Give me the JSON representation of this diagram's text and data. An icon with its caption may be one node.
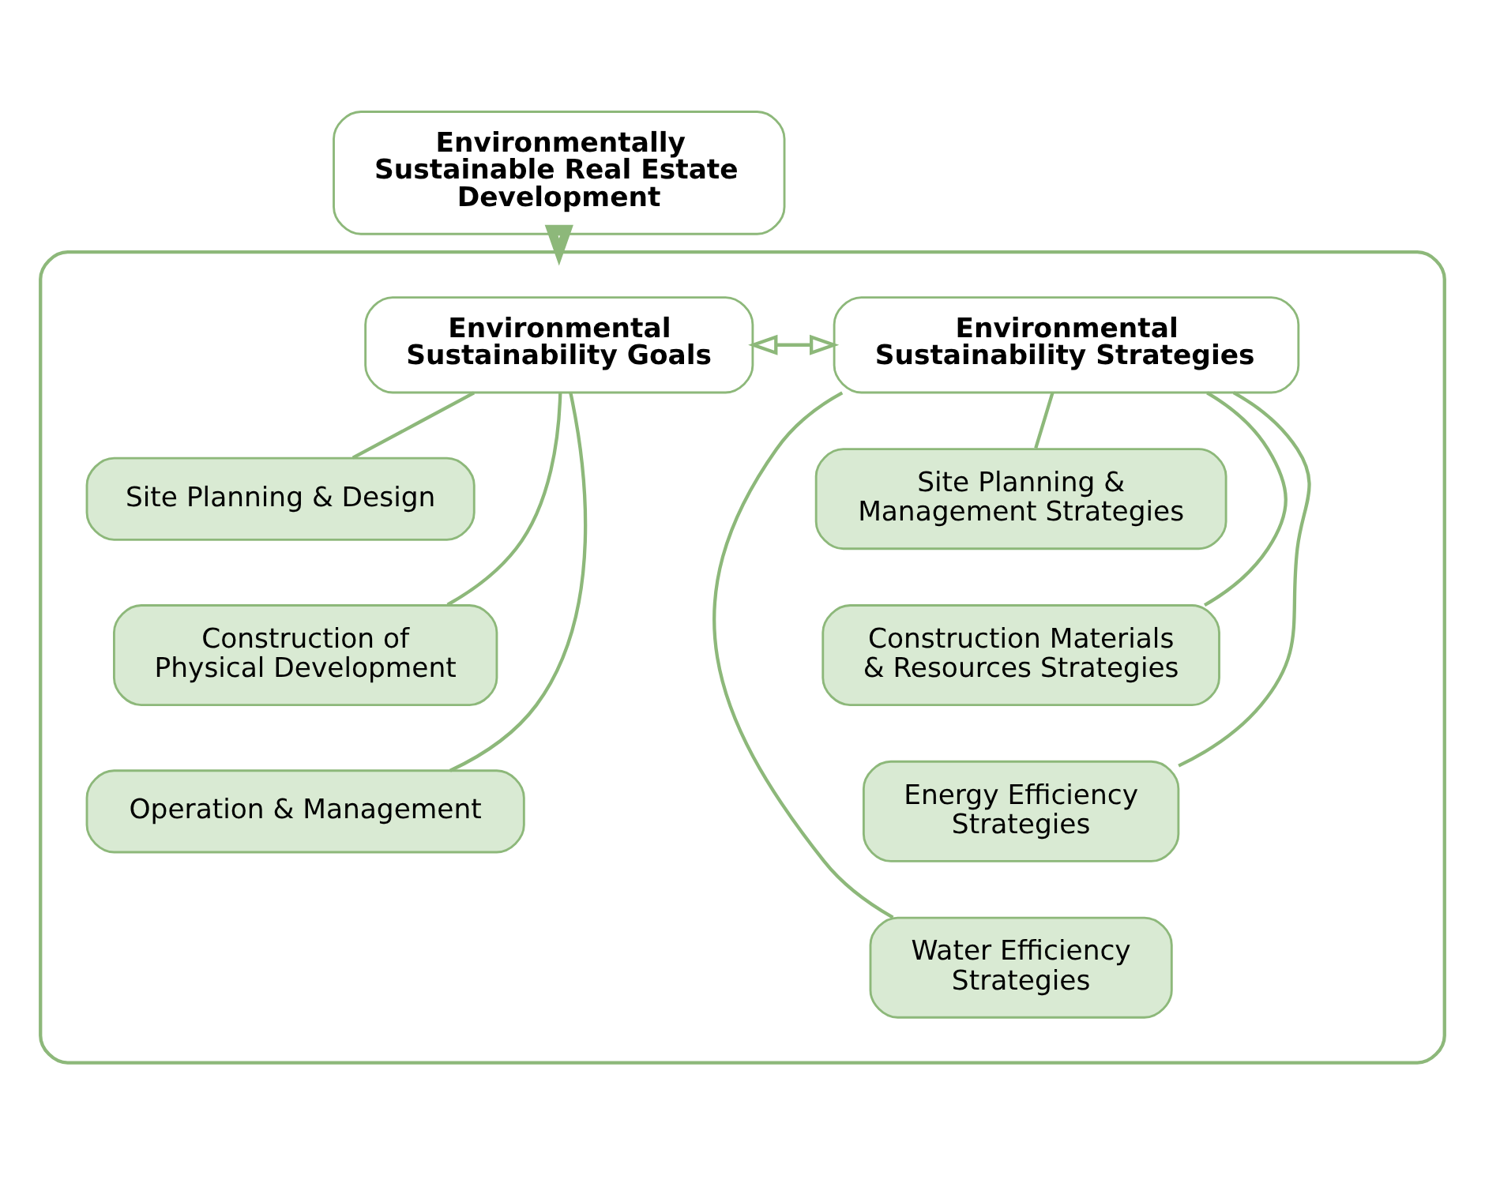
{
  "diagram": {
    "nodes": [
      {
        "text": [
          "Environmentally Sustainable Real Estate Development"
        ]
      },
      {
        "text": [],
        "shape": "box"
      },
      {
        "text": [
          "Environmental Sustainability Goals"
        ],
        "in": 1
      },
      {
        "text": [
          "Environmental Sustainability Strategies"
        ],
        "in": 1
      },
      {
        "text": [
          "Site Planning & Design"
        ],
        "in": 1
      },
      {
        "text": [
          "Construction of Physical Development"
        ],
        "in": 1
      },
      {
        "text": [
          "Operation & Management"
        ],
        "in": 1
      },
      {
        "text": [
          "Site Planning & Management Strategies"
        ],
        "in": 1
      },
      {
        "text": [
          "Construction Materials & Resources Strategies"
        ],
        "in": 1
      },
      {
        "text": [
          "Energy Efficiency Strategies"
        ],
        "in": 1
      },
      {
        "text": [
          "Water Efficiency Strategies"
        ],
        "in": 1
      }
    ],
    "edges": [
      {
        "from": 0,
        "to": 1,
        "arrow": "to",
        "style": "thick"
      },
      {
        "from": 2,
        "to": 3,
        "arrow": "both"
      },
      {
        "from": 2,
        "to": 4,
        "arrow": "none"
      },
      {
        "from": 2,
        "to": 5,
        "arrow": "none"
      },
      {
        "from": 2,
        "to": 6,
        "arrow": "none"
      },
      {
        "from": 3,
        "to": 7,
        "arrow": "none"
      },
      {
        "from": 3,
        "to": 8,
        "arrow": "none"
      },
      {
        "from": 3,
        "to": 9,
        "arrow": "none"
      },
      {
        "from": 3,
        "to": 10,
        "arrow": "none"
      }
    ]
  }
}
